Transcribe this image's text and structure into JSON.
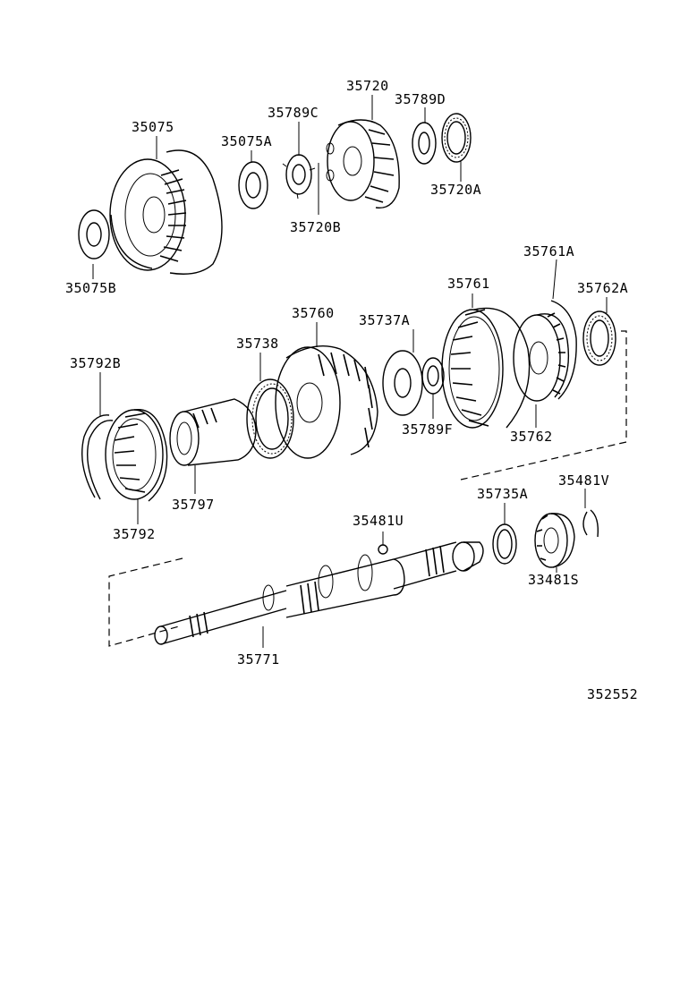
{
  "figure_number": "352552",
  "parts": [
    {
      "id": "p35075",
      "number": "35075"
    },
    {
      "id": "p35075A",
      "number": "35075A"
    },
    {
      "id": "p35075B",
      "number": "35075B"
    },
    {
      "id": "p35720",
      "number": "35720"
    },
    {
      "id": "p35789C",
      "number": "35789C"
    },
    {
      "id": "p35789D",
      "number": "35789D"
    },
    {
      "id": "p35720A",
      "number": "35720A"
    },
    {
      "id": "p35720B",
      "number": "35720B"
    },
    {
      "id": "p35761A",
      "number": "35761A"
    },
    {
      "id": "p35761",
      "number": "35761"
    },
    {
      "id": "p35762A",
      "number": "35762A"
    },
    {
      "id": "p35760",
      "number": "35760"
    },
    {
      "id": "p35737A",
      "number": "35737A"
    },
    {
      "id": "p35738",
      "number": "35738"
    },
    {
      "id": "p35792B",
      "number": "35792B"
    },
    {
      "id": "p35789F",
      "number": "35789F"
    },
    {
      "id": "p35762",
      "number": "35762"
    },
    {
      "id": "p35797",
      "number": "35797"
    },
    {
      "id": "p35792",
      "number": "35792"
    },
    {
      "id": "p35735A",
      "number": "35735A"
    },
    {
      "id": "p35481V",
      "number": "35481V"
    },
    {
      "id": "p35481U",
      "number": "35481U"
    },
    {
      "id": "p33481S",
      "number": "33481S"
    },
    {
      "id": "p35771",
      "number": "35771"
    }
  ]
}
